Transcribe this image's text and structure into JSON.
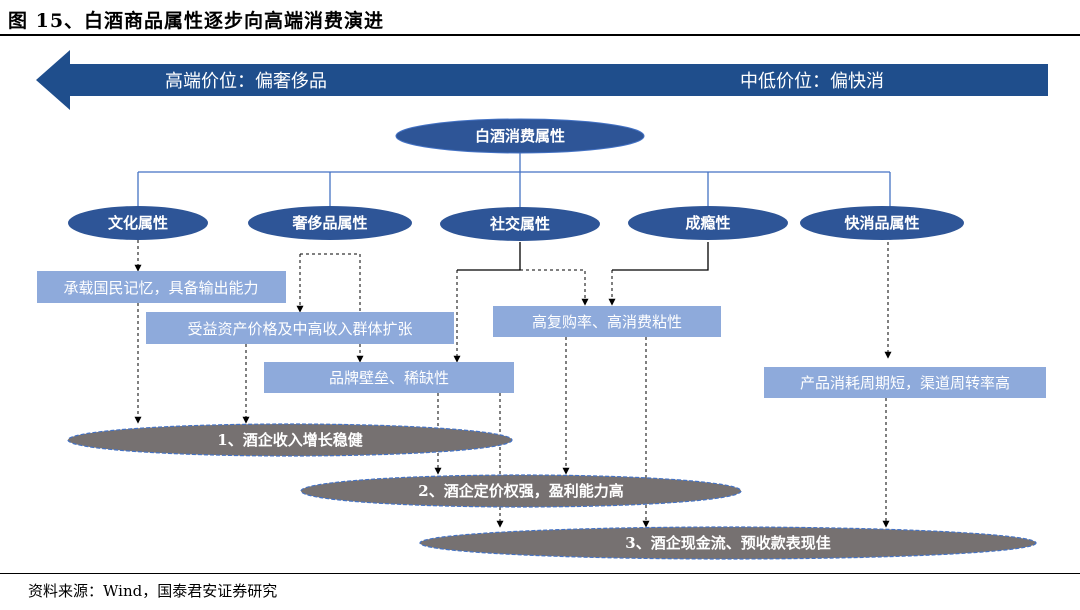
{
  "figure": {
    "title": "图 15、白酒商品属性逐步向高端消费演进",
    "source": "资料来源：Wind，国泰君安证券研究"
  },
  "banner": {
    "left_label": "高端价位：偏奢侈品",
    "right_label": "中低价位：偏快消"
  },
  "root": {
    "label": "白酒消费属性"
  },
  "attributes": [
    {
      "label": "文化属性"
    },
    {
      "label": "奢侈品属性"
    },
    {
      "label": "社交属性"
    },
    {
      "label": "成瘾性"
    },
    {
      "label": "快消品属性"
    }
  ],
  "features": [
    {
      "label": "承载国民记忆，具备输出能力"
    },
    {
      "label": "受益资产价格及中高收入群体扩张"
    },
    {
      "label": "品牌壁垒、稀缺性"
    },
    {
      "label": "高复购率、高消费粘性"
    },
    {
      "label": "产品消耗周期短，渠道周转率高"
    }
  ],
  "outcomes": [
    {
      "label": "1、酒企收入增长稳健"
    },
    {
      "label": "2、酒企定价权强，盈利能力高"
    },
    {
      "label": "3、酒企现金流、预收款表现佳"
    }
  ],
  "colors": {
    "banner": "#1f4e8c",
    "ellipse": "#2e5597",
    "box": "#8eaadb",
    "outcome": "#767171",
    "connector": "#4472c4",
    "dashed": "#000000"
  }
}
